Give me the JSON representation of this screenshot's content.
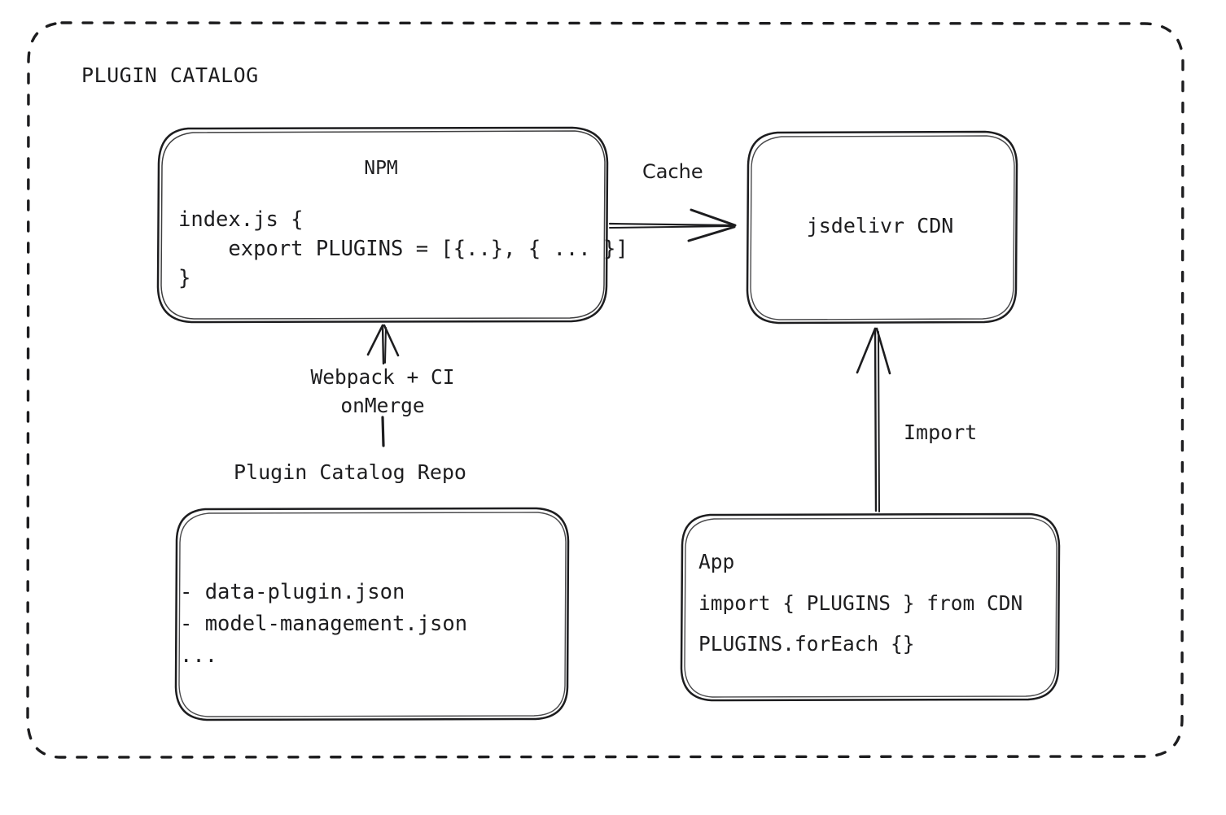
{
  "diagram": {
    "title": "PLUGIN CATALOG",
    "background": "#ffffff",
    "stroke": "#1d1d1f",
    "style": "hand-drawn sketch",
    "nodes": {
      "npm": {
        "title": "NPM",
        "code_lines": [
          "index.js {",
          "    export PLUGINS = [{..}, { ... }]",
          "}"
        ]
      },
      "cdn": {
        "title": "jsdelivr CDN"
      },
      "repo": {
        "caption": "Plugin Catalog Repo",
        "lines": [
          "- data-plugin.json",
          "- model-management.json",
          "..."
        ]
      },
      "app": {
        "line1": "App",
        "line2": "import { PLUGINS } from CDN",
        "line3": "PLUGINS.forEach {}"
      }
    },
    "edges": {
      "cache": {
        "label": "Cache",
        "from": "npm",
        "to": "cdn",
        "direction": "right"
      },
      "build": {
        "label_line1": "Webpack + CI",
        "label_line2": "onMerge",
        "from": "repo",
        "to": "npm",
        "direction": "up"
      },
      "import": {
        "label": "Import",
        "from": "app",
        "to": "cdn",
        "direction": "up"
      }
    }
  }
}
